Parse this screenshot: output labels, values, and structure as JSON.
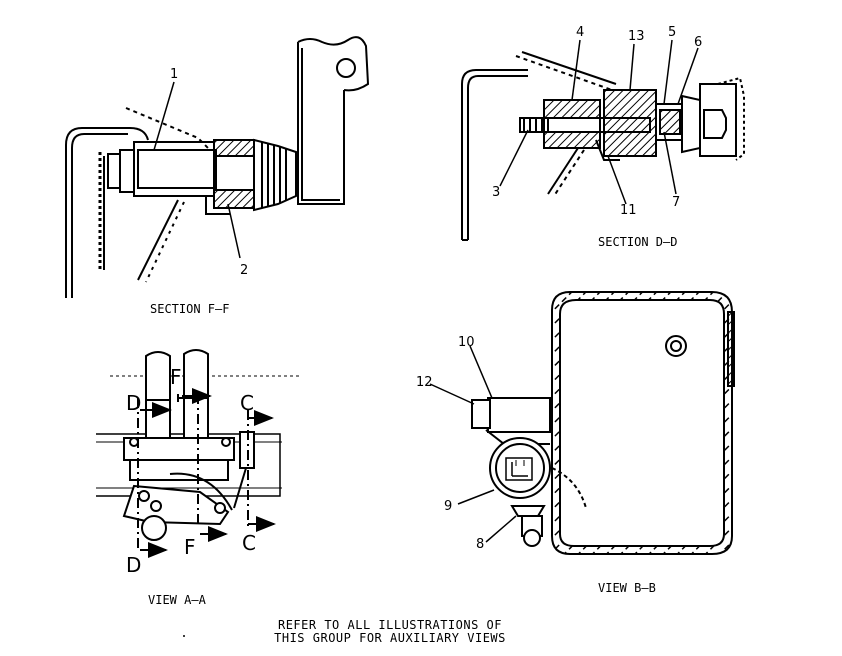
{
  "views": {
    "section_ff": {
      "title": "SECTION F–F",
      "callouts": [
        "1",
        "2"
      ]
    },
    "section_dd": {
      "title": "SECTION D–D",
      "callouts": [
        "4",
        "13",
        "5",
        "6",
        "3",
        "11",
        "7"
      ]
    },
    "view_aa": {
      "title": "VIEW A–A",
      "section_marks": [
        "D",
        "F",
        "C",
        "D",
        "F",
        "C"
      ]
    },
    "view_bb": {
      "title": "VIEW B–B",
      "callouts": [
        "10",
        "12",
        "9",
        "8"
      ]
    }
  },
  "footer_note": {
    "line1": "REFER TO ALL ILLUSTRATIONS OF",
    "line2": "THIS GROUP FOR AUXILIARY VIEWS"
  }
}
